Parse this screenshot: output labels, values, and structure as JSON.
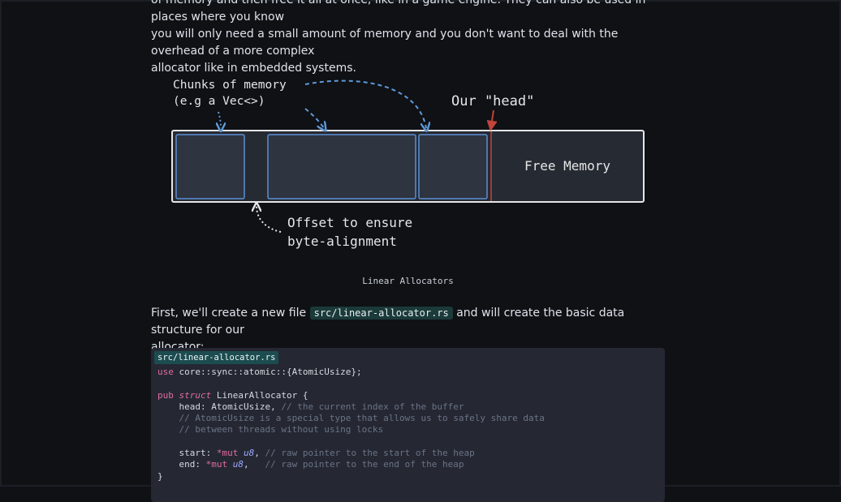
{
  "intro_text": {
    "line1": "of memory and then free it all at once, like in a game engine. They can also be used in places where you know",
    "line2": "you will only need a small amount of memory and you don't want to deal with the overhead of a more complex",
    "line3": "allocator like in embedded systems."
  },
  "diagram": {
    "label_chunks_line1": "Chunks of memory",
    "label_chunks_line2": "(e.g a Vec<>)",
    "label_head": "Our \"head\"",
    "label_free": "Free Memory",
    "label_offset_line1": "Offset to ensure",
    "label_offset_line2": "byte-alignment",
    "colors": {
      "chunk_border": "#5b8fd1",
      "arrow": "#5f9ad6",
      "head_line": "#c0443a",
      "frame": "#e6e6e6",
      "fill": "#262a33"
    }
  },
  "caption": "Linear Allocators",
  "paragraph2": {
    "before": "First, we'll create a new file ",
    "code": "src/linear-allocator.rs",
    "after": " and will create the basic data structure for our",
    "line2": "allocator:"
  },
  "code_block": {
    "filename": "src/linear-allocator.rs",
    "l1_kw": "use",
    "l1_rest": " core::sync::atomic::{AtomicUsize};",
    "l3_kw1": "pub",
    "l3_kw2": "struct",
    "l3_rest": " LinearAllocator {",
    "l4_code": "    head: AtomicUsize,",
    "l4_comment": " // the current index of the buffer",
    "l5_comment": "    // AtomicUsize is a special type that allows us to safely share data",
    "l6_comment": "    // between threads without using locks",
    "l8_a": "    start: ",
    "l8_kw": "*mut",
    "l8_ty": " u8",
    "l8_b": ",",
    "l8_comment": " // raw pointer to the start of the heap",
    "l9_a": "    end: ",
    "l9_kw": "*mut",
    "l9_ty": " u8",
    "l9_b": ",  ",
    "l9_comment": " // raw pointer to the end of the heap",
    "l10": "}"
  }
}
